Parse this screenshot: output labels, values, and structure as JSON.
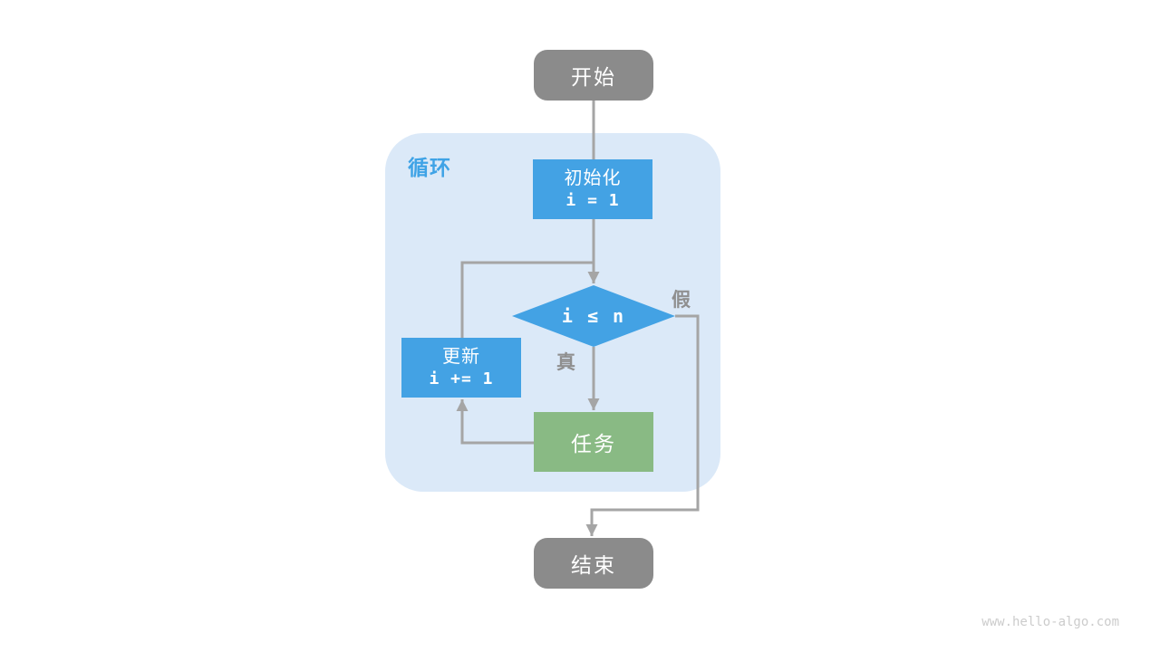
{
  "diagram": {
    "loop_label": "循环",
    "nodes": {
      "start": {
        "label": "开始"
      },
      "init": {
        "title": "初始化",
        "code": "i = 1"
      },
      "condition": {
        "code": "i ≤ n"
      },
      "update": {
        "title": "更新",
        "code": "i += 1"
      },
      "task": {
        "label": "任务"
      },
      "end": {
        "label": "结束"
      }
    },
    "edge_labels": {
      "true": "真",
      "false": "假"
    },
    "colors": {
      "terminal_gray": "#8b8b8b",
      "process_blue": "#43a2e4",
      "task_green": "#89ba84",
      "loop_background": "#dbe9f8",
      "loop_label_blue": "#3fa3e6",
      "connector_gray": "#a5a5a5",
      "edge_label_gray": "#8f8f8f",
      "watermark_gray": "#cccccc"
    }
  },
  "footer": {
    "watermark": "www.hello-algo.com"
  }
}
